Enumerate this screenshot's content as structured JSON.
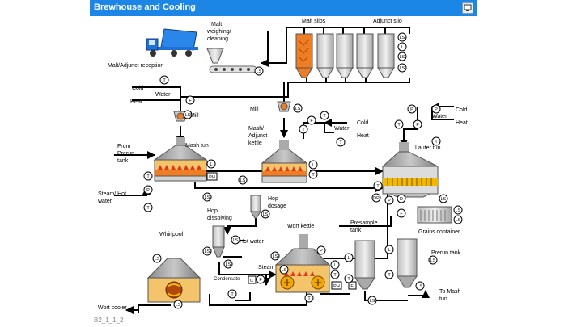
{
  "window": {
    "title": "Brewhouse and Cooling",
    "footer_code": "B2_1_1_2"
  },
  "labels": {
    "malt_weighing": [
      "Malt",
      "weighing/",
      "cleaning"
    ],
    "malt_silos": "Malt silos",
    "adjunct_silo": "Adjunct silo",
    "malt_adjunct_reception": "Malt/Adjunct reception",
    "cold_top": "Cold",
    "water_top": "Water",
    "heat_top": "Heat",
    "mill_left": "Mill",
    "mill_right": "Mill",
    "cold_mid": "Cold",
    "water_mid": "Water",
    "heat_mid": "Heat",
    "cold_right": "Cold",
    "water_right": "Water",
    "heat_right": "Heat",
    "mash_tun": "Mash tun",
    "mash_adjunct_kettle": [
      "Mash/",
      "Adjunct",
      "kettle"
    ],
    "from_prerun_tank": [
      "From",
      "Prerun",
      "tank"
    ],
    "steam_hot_water": [
      "Steam/ Hot",
      "water"
    ],
    "lauter_tun": "Lauter tun",
    "hop_dosage": [
      "Hop",
      "dosage"
    ],
    "hop_dissolving": [
      "Hop",
      "dissolving"
    ],
    "hot_water": "Hot water",
    "whirlpool": "Whirlpool",
    "wort_kettle": "Wort kettle",
    "presample_tank": [
      "Presample",
      "tank"
    ],
    "grains_container": "Grains container",
    "prerun_tank": "Prerun tank",
    "steam": "Steam",
    "condensate": "Condensate",
    "to_mash_tun": [
      "To Mash",
      "tun"
    ],
    "wort_cooler": "Wort cooler"
  },
  "sensors": {
    "T": "T",
    "F": "F",
    "P": "P",
    "L": "L",
    "LS": "LS",
    "PH": "PH",
    "D": "D",
    "DP": "DP",
    "C": "C"
  },
  "colors": {
    "titlebar": "#1c86e6",
    "vessel_gray": "#9a9a9a",
    "vessel_light": "#cfcfcf",
    "mash_orange": "#e87722",
    "heater_red": "#e03a1e",
    "lauter_yellow": "#f2b705",
    "truck_blue": "#1f6fd6",
    "pipe": "#000000"
  }
}
